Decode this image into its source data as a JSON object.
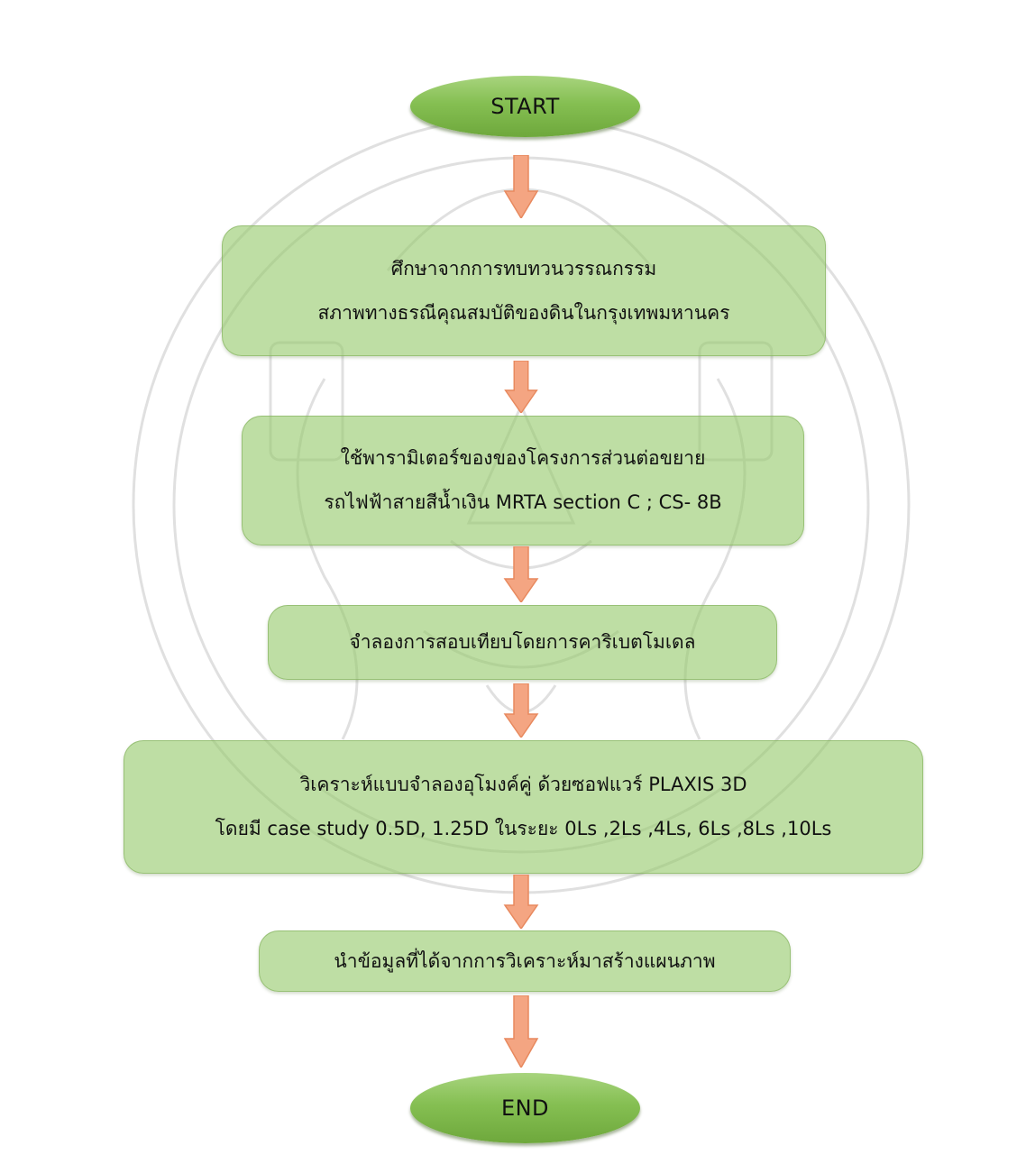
{
  "flow": {
    "start_label": "START",
    "end_label": "END",
    "steps": [
      {
        "lines": [
          "ศึกษาจากการทบทวนวรรณกรรม",
          "สภาพทางธรณีคุณสมบัติของดินในกรุงเทพมหานคร"
        ]
      },
      {
        "lines": [
          "ใช้พารามิเตอร์ของของโครงการส่วนต่อขยาย",
          "รถไฟฟ้าสายสีน้ำเงิน MRTA section C ; CS- 8B"
        ]
      },
      {
        "lines": [
          "จำลองการสอบเทียบโดยการคาริเบตโมเดล"
        ]
      },
      {
        "lines": [
          "วิเคราะห์แบบจำลองอุโมงค์คู่ ด้วยซอฟแวร์ PLAXIS 3D",
          "โดยมี case study 0.5D, 1.25D ในระยะ 0Ls ,2Ls ,4Ls, 6Ls ,8Ls ,10Ls"
        ]
      },
      {
        "lines": [
          "นำข้อมูลที่ได้จากการวิเคราะห์มาสร้างแผนภาพ"
        ]
      }
    ]
  },
  "colors": {
    "node_fill": "#8cc35b",
    "box_fill": "#96c96c",
    "arrow_fill": "#f4a582",
    "arrow_stroke": "#e8895e"
  }
}
